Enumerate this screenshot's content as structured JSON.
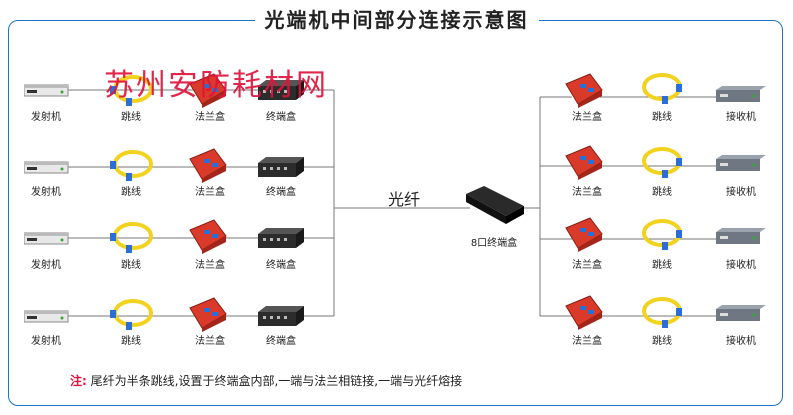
{
  "title": "光端机中间部分连接示意图",
  "watermark": "苏州安防耗材网",
  "labels": {
    "transmitter": "发射机",
    "patch_cord": "跳线",
    "flange_box": "法兰盒",
    "terminal_box": "终端盒",
    "receiver": "接收机",
    "hub": "8口终端盒",
    "fiber": "光纤"
  },
  "note": {
    "mark": "注:",
    "text": "尾纤为半条跳线,设置于终端盒内部,一端与法兰相链接,一端与光纤熔接"
  },
  "colors": {
    "frame": "#1f74c4",
    "accent": "#e0143c",
    "fiber": "#f2d21c"
  }
}
